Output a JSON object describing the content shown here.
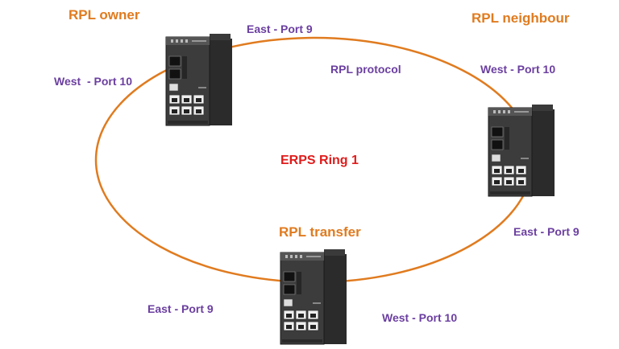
{
  "ring": {
    "name": "ERPS Ring 1",
    "protocol_label": "RPL protocol",
    "ring_color": "#E07B1F",
    "role_color": "#E07B1F",
    "port_color": "#6B3FA0",
    "ring_name_color": "#E01B1B"
  },
  "nodes": {
    "owner": {
      "role": "RPL owner",
      "east_port": "East - Port 9",
      "west_port": "West  - Port 10"
    },
    "neighbour": {
      "role": "RPL neighbour",
      "west_port": "West - Port 10",
      "east_port": "East - Port 9"
    },
    "transfer": {
      "role": "RPL transfer",
      "east_port": "East - Port 9",
      "west_port": "West - Port 10"
    }
  }
}
